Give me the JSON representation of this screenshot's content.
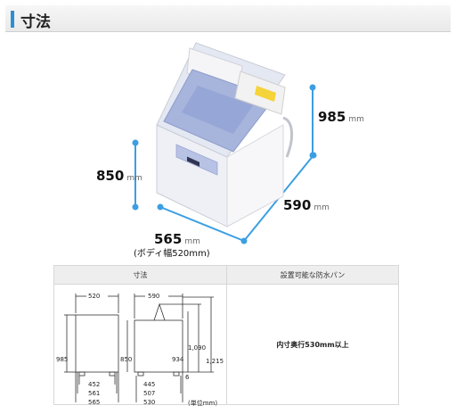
{
  "header": {
    "title": "寸法"
  },
  "dimensions": {
    "height_lid_open": {
      "value": "985",
      "unit": "mm"
    },
    "depth": {
      "value": "590",
      "unit": "mm"
    },
    "height": {
      "value": "850",
      "unit": "mm"
    },
    "width": {
      "value": "565",
      "unit": "mm"
    },
    "body_width_note": "(ボディ幅520mm)"
  },
  "table": {
    "headers": [
      "寸法",
      "設置可能な防水パン"
    ],
    "pan_requirement": "内寸奥行530mm以上",
    "diagram": {
      "front_top": "520",
      "front_height": "985",
      "front_bottom": [
        "452",
        "561",
        "565"
      ],
      "side_top": "590",
      "side_height_left": "850",
      "side_height_inner": "934",
      "side_height_right_top": "1,090",
      "side_height_right": "1,215",
      "side_small": "6",
      "side_bottom": [
        "445",
        "507",
        "530"
      ],
      "unit_note": "(単位mm)"
    }
  },
  "colors": {
    "accent": "#2c8fd3",
    "dimension_line": "#3b9fe2",
    "machine_lid": "#a7b4dc"
  }
}
